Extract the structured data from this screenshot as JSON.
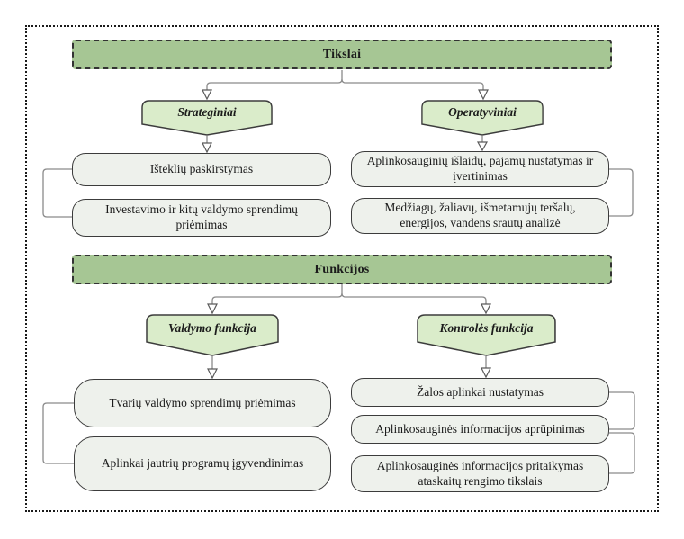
{
  "diagram": {
    "sections": [
      {
        "header": "Tikslai",
        "branches": [
          {
            "label": "Strateginiai",
            "boxes": [
              "Išteklių paskirstymas",
              "Investavimo ir kitų valdymo sprendimų priėmimas"
            ]
          },
          {
            "label": "Operatyviniai",
            "boxes": [
              "Aplinkosauginių išlaidų, pajamų nustatymas ir įvertinimas",
              "Medžiagų, žaliavų, išmetamųjų teršalų, energijos, vandens srautų analizė"
            ]
          }
        ]
      },
      {
        "header": "Funkcijos",
        "branches": [
          {
            "label": "Valdymo funkcija",
            "boxes": [
              "Tvarių valdymo sprendimų priėmimas",
              "Aplinkai jautrių programų įgyvendinimas"
            ]
          },
          {
            "label": "Kontrolės funkcija",
            "boxes": [
              "Žalos aplinkai nustatymas",
              "Aplinkosauginės informacijos aprūpinimas",
              "Aplinkosauginės informacijos pritaikymas ataskaitų rengimo tikslais"
            ]
          }
        ]
      }
    ],
    "colors": {
      "header_fill": "#a6c694",
      "pentagon_fill": "#daecca",
      "box_fill": "#eef1ec",
      "shape_border": "#3c3c3c",
      "connector": "#8a8a8a"
    }
  }
}
